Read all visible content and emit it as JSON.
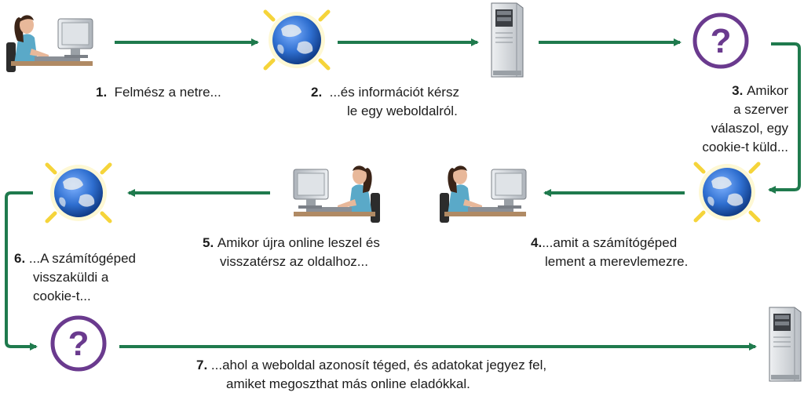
{
  "colors": {
    "arrow": "#1f7a4d",
    "question": "#6a3a8e",
    "skin": "#e8b89a",
    "shirt": "#5aa9c8",
    "hair": "#3b2417",
    "monitor": "#cfd3d8",
    "server": "#d9dcdf",
    "globe_sea": "#2f6fd0",
    "globe_land": "#e8ecf0",
    "glow": "#f5d43a"
  },
  "icons": {
    "user": "user-at-computer-icon",
    "globe": "internet-globe-icon",
    "server": "web-server-icon",
    "question": "question-mark-icon"
  },
  "steps": [
    {
      "num": "1.",
      "lines": [
        "Felmész a netre..."
      ]
    },
    {
      "num": "2.",
      "lines": [
        "...és információt kérsz",
        "le egy weboldalról."
      ]
    },
    {
      "num": "3.",
      "lines": [
        "Amikor",
        "a szerver",
        "válaszol, egy",
        "cookie-t küld..."
      ]
    },
    {
      "num": "4.",
      "lines": [
        "...amit a számítógéped",
        "lement a merevlemezre."
      ]
    },
    {
      "num": "5.",
      "lines": [
        "Amikor újra online leszel és",
        "visszatérsz az oldalhoz..."
      ]
    },
    {
      "num": "6.",
      "lines": [
        "...A számítógéped",
        "visszaküldi a",
        "cookie-t..."
      ]
    },
    {
      "num": "7.",
      "lines": [
        "...ahol a weboldal azonosít téged, és adatokat jegyez fel,",
        "amiket megoszthat más online eladókkal."
      ]
    }
  ]
}
